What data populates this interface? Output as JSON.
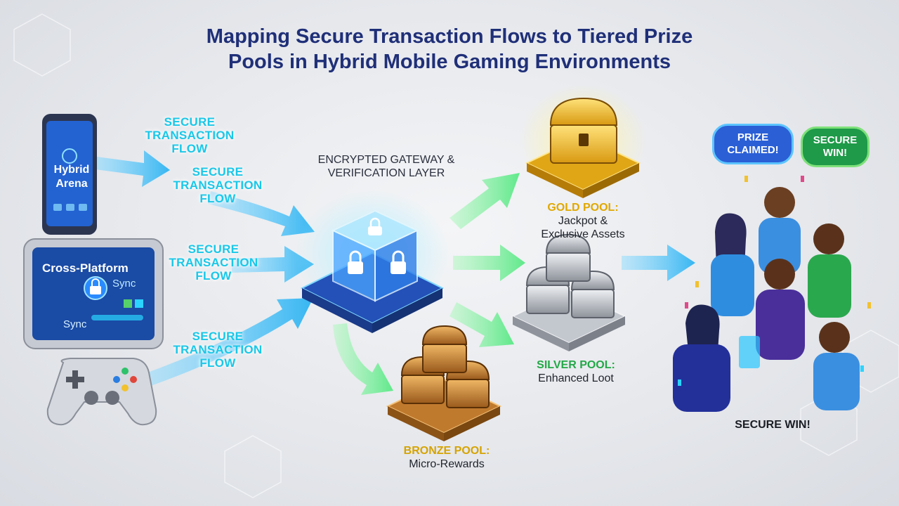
{
  "title": {
    "line1": "Mapping Secure Transaction Flows to Tiered Prize",
    "line2": "Pools in Hybrid Mobile Gaming Environments"
  },
  "devices": {
    "phone": {
      "screen_text": "Hybrid Arena"
    },
    "tablet": {
      "screen_text": "Cross-Platform",
      "sync_label_1": "Sync",
      "sync_label_2": "Sync"
    },
    "controller": {
      "icon": "gamepad-icon"
    }
  },
  "flows": [
    {
      "label": "Secure Transaction Flow"
    },
    {
      "label": "Secure Transaction Flow"
    },
    {
      "label": "Secure Transaction Flow"
    },
    {
      "label": "Secure Transaction Flow"
    }
  ],
  "gateway": {
    "label_line1": "Encrypted Gateway &",
    "label_line2": "Verification Layer",
    "icon": "padlock-cube-icon"
  },
  "pools": {
    "gold": {
      "name": "Gold Pool:",
      "line1": "Jackpot &",
      "line2": "Exclusive Assets",
      "color": "#e0a800"
    },
    "silver": {
      "name": "Silver Pool:",
      "line1": "Enhanced Loot",
      "color": "#23a847"
    },
    "bronze": {
      "name": "Bronze Pool:",
      "line1": "Micro-Rewards",
      "color": "#d6a300"
    }
  },
  "winners": {
    "bubble_left": "Prize Claimed!",
    "bubble_right": "Secure Win!",
    "caption": "Secure Win!"
  },
  "colors": {
    "title": "#1f2f78",
    "flow_arrow": "#3fc2f5",
    "green_arrow": "#7ff09a",
    "flow_text": "#19c7e8",
    "gold": "#f1c12c",
    "silver": "#b9bdc4",
    "bronze": "#c98a35"
  }
}
